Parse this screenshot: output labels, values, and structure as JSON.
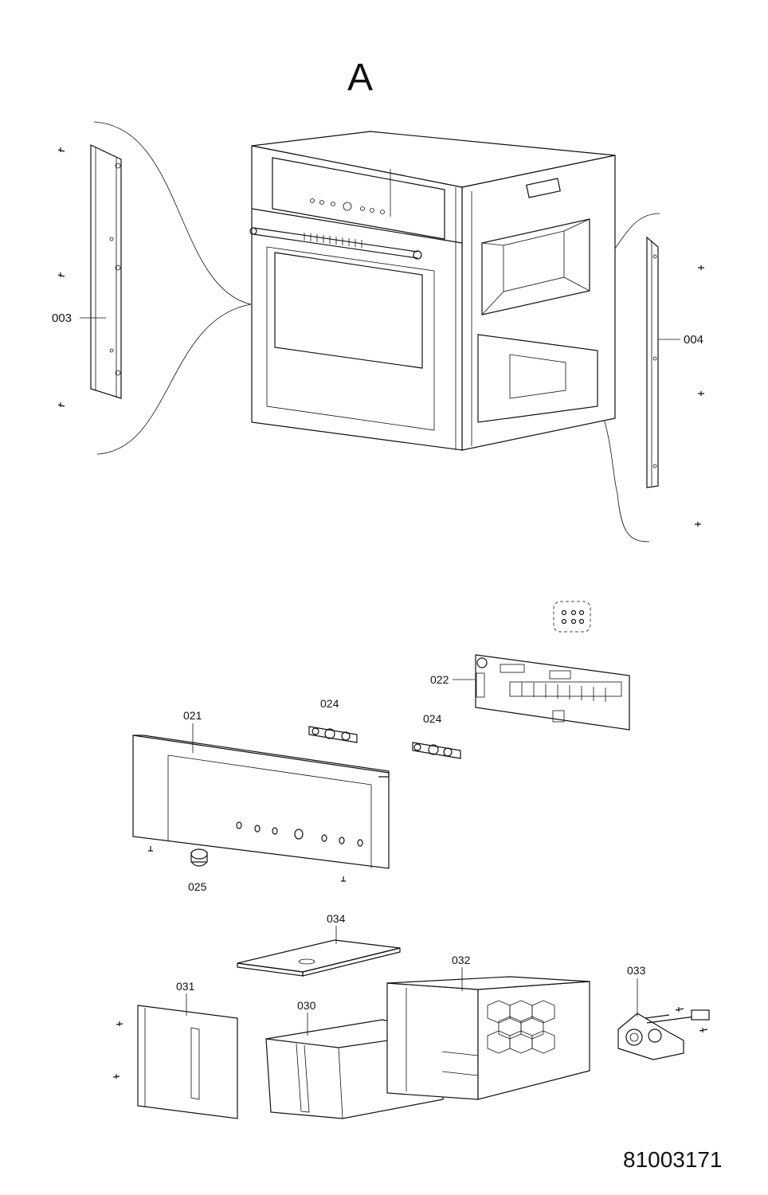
{
  "view_title": "A",
  "document_number": "81003171",
  "parts": [
    {
      "id": "003"
    },
    {
      "id": "004"
    },
    {
      "id": "021"
    },
    {
      "id": "022"
    },
    {
      "id": "024a",
      "label": "024"
    },
    {
      "id": "024b",
      "label": "024"
    },
    {
      "id": "025"
    },
    {
      "id": "030"
    },
    {
      "id": "031"
    },
    {
      "id": "032"
    },
    {
      "id": "033"
    },
    {
      "id": "034"
    }
  ]
}
